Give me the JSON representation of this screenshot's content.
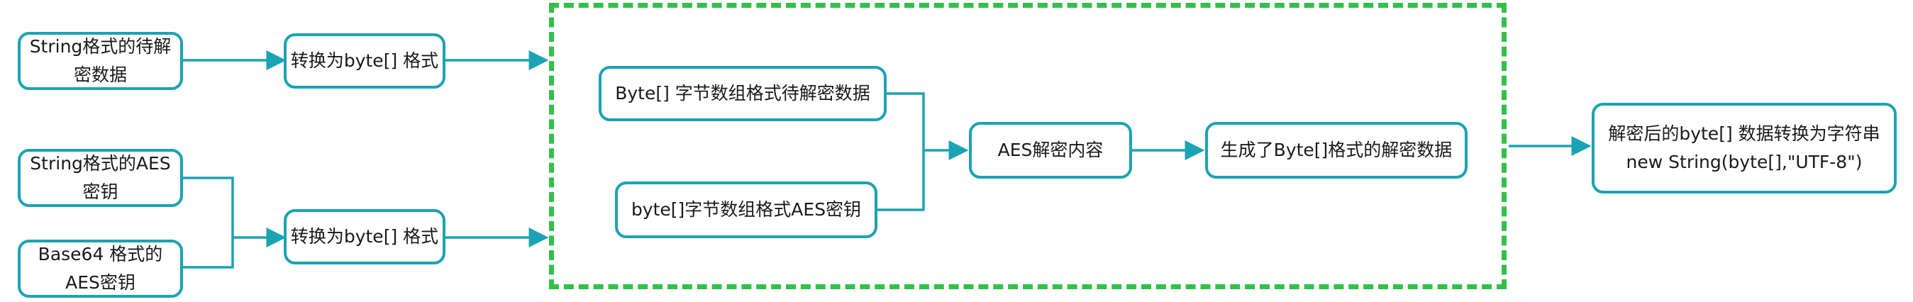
{
  "colors": {
    "box_border": "#1ba3b3",
    "connector": "#1ba3b3",
    "group_border": "#33c04a",
    "text": "#1a1a1a"
  },
  "nodes": {
    "string_input": {
      "line1": "String格式的待解",
      "line2": "密数据"
    },
    "string_key": {
      "line1": "String格式的AES",
      "line2": "密钥"
    },
    "base64_key": {
      "line1": "Base64 格式的",
      "line2": "AES密钥"
    },
    "convert_data": {
      "label": "转换为byte[] 格式"
    },
    "convert_key": {
      "label": "转换为byte[] 格式"
    },
    "byte_data": {
      "label": "Byte[] 字节数组格式待解密数据"
    },
    "byte_key": {
      "label": "byte[]字节数组格式AES密钥"
    },
    "aes_decrypt": {
      "label": "AES解密内容"
    },
    "byte_result": {
      "label": "生成了Byte[]格式的解密数据"
    },
    "final_output": {
      "line1": "解密后的byte[] 数据转换为字符串",
      "line2": "new String(byte[],\"UTF-8\")"
    }
  }
}
